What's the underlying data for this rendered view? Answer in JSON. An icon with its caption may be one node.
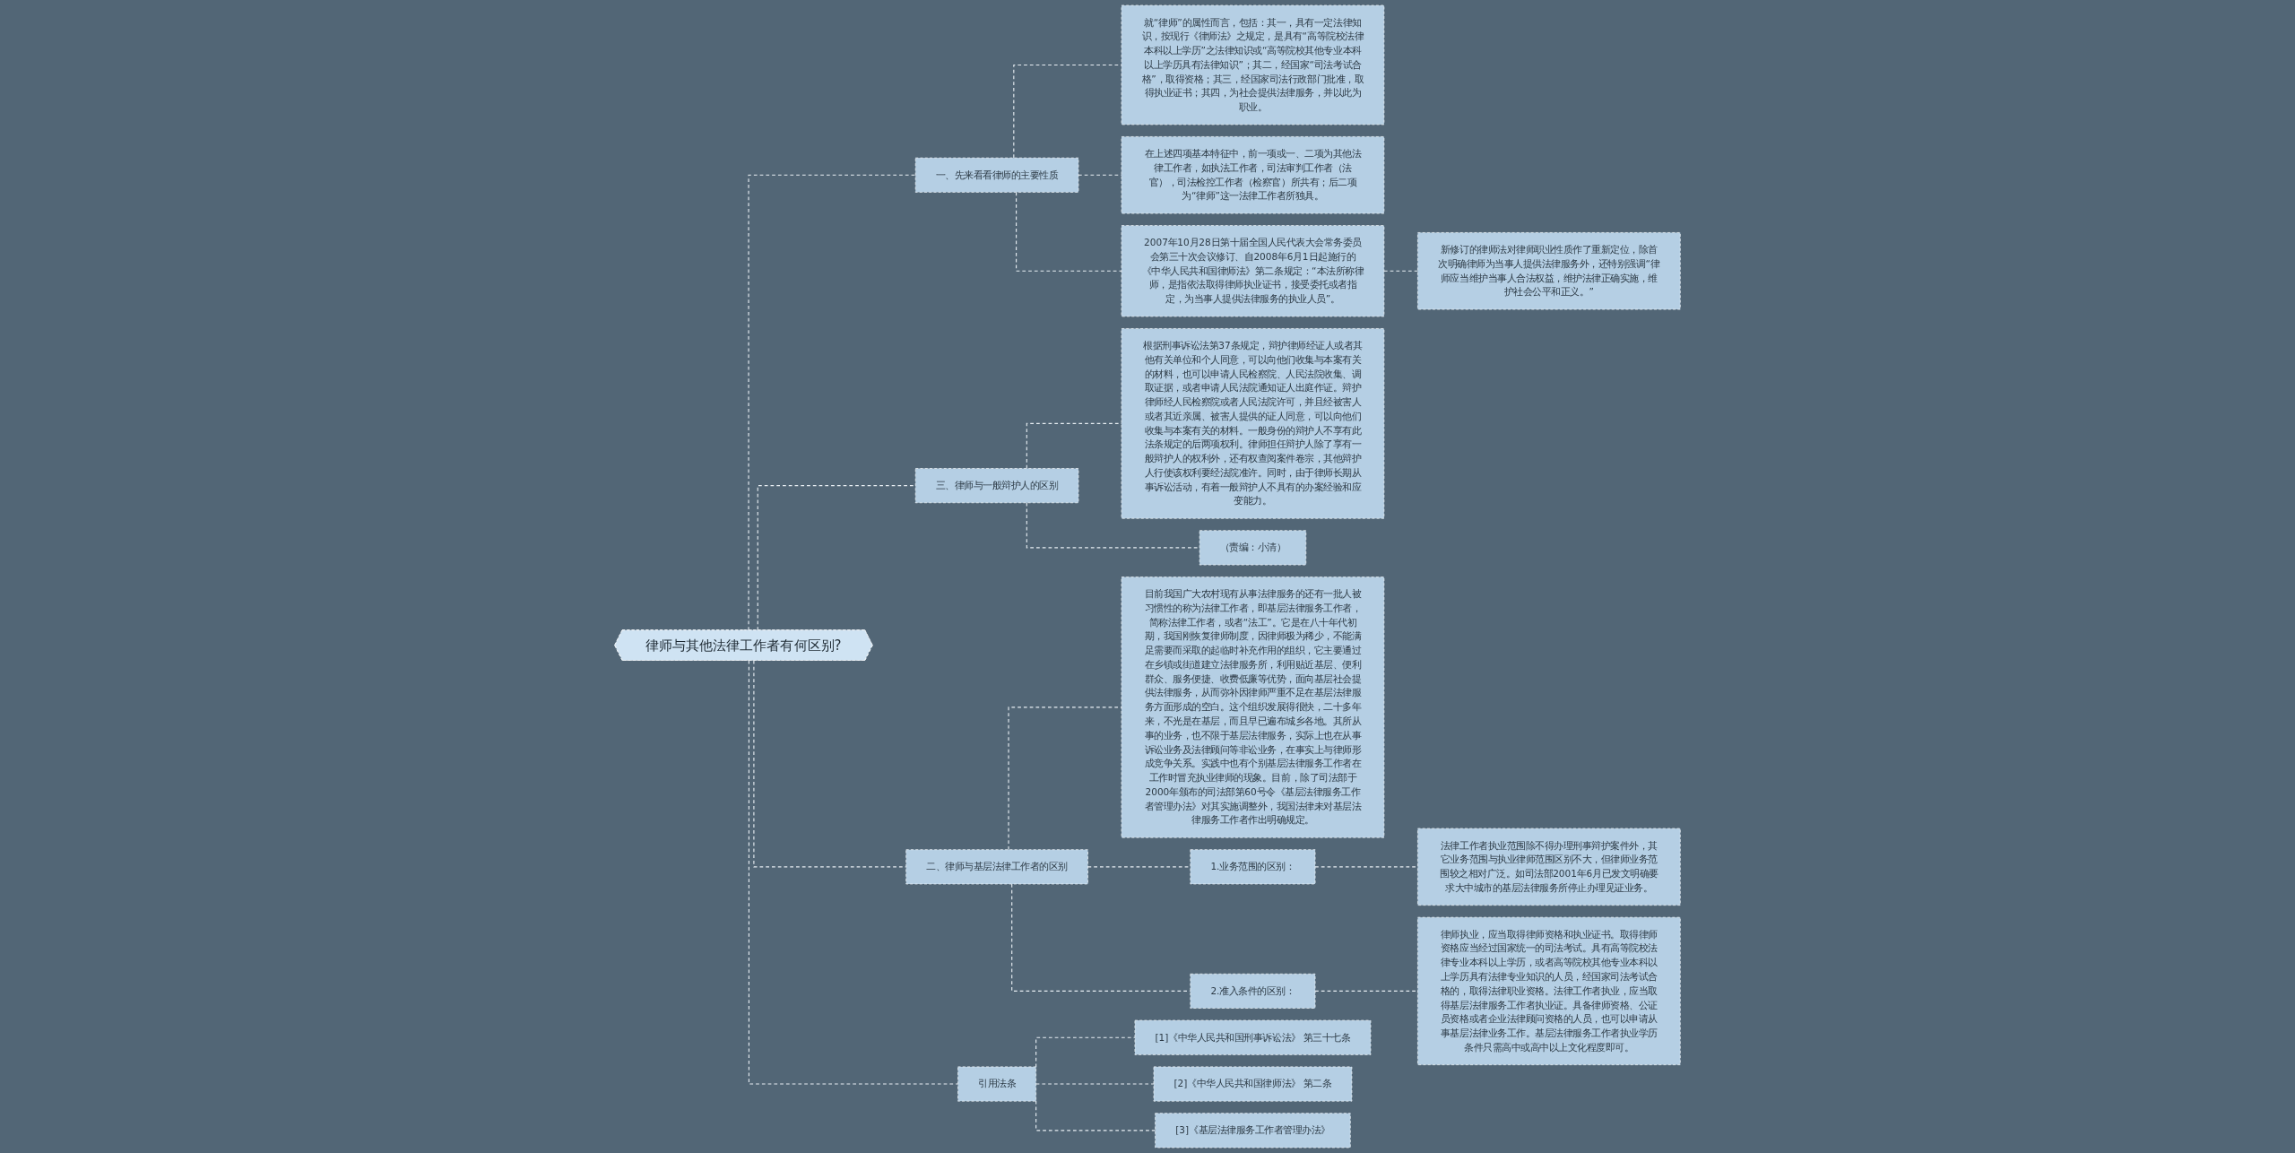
{
  "diagram": {
    "nodes": [
      {
        "text": [
          "律师与其他法律工作者有何区别?"
        ]
      },
      {
        "text": [
          "一、先来看看律师的主要性质"
        ]
      },
      {
        "text": [
          "就“律师”的属性而言，包括：其一，具有一定法律知识，按现行《律师法》之规定，是具有“高等院校法律本科以上学历”之法律知识或“高等院校其他专业本科以上学历具有法律知识”；其二，经国家“司法考试合格”，取得资格；其三，经国家司法行政部门批准，取得执业证书；其四，为社会提供法律服务，并以此为职业。"
        ]
      },
      {
        "text": [
          "在上述四项基本特征中，前一项或一、二项为其他法律工作者，如执法工作者，司法审判工作者（法官），司法检控工作者（检察官）所共有；后二项为“律师”这一法律工作者所独具。"
        ]
      },
      {
        "text": [
          "2007年10月28日第十届全国人民代表大会常务委员会第三十次会议修订、自2008年6月1日起施行的《中华人民共和国律师法》第二条规定：“本法所称律师，是指依法取得律师执业证书，接受委托或者指定，为当事人提供法律服务的执业人员”。"
        ]
      },
      {
        "text": [
          "新修订的律师法对律师职业性质作了重新定位，除首次明确律师为当事人提供法律服务外，还特别强调“律师应当维护当事人合法权益，维护法律正确实施，维护社会公平和正义。”"
        ]
      },
      {
        "text": [
          "三、律师与一般辩护人的区别"
        ]
      },
      {
        "text": [
          "根据刑事诉讼法第37条规定，辩护律师经证人或者其他有关单位和个人同意，可以向他们收集与本案有关的材料，也可以申请人民检察院、人民法院收集、调取证据，或者申请人民法院通知证人出庭作证。辩护律师经人民检察院或者人民法院许可，并且经被害人或者其近亲属、被害人提供的证人同意，可以向他们收集与本案有关的材料。一般身份的辩护人不享有此法条规定的后两项权利。律师担任辩护人除了享有一般辩护人的权利外，还有权查阅案件卷宗，其他辩护人行使该权利要经法院准许。同时，由于律师长期从事诉讼活动，有着一般辩护人不具有的办案经验和应变能力。"
        ]
      },
      {
        "text": [
          "（责编：小清）"
        ]
      },
      {
        "text": [
          "二、律师与基层法律工作者的区别"
        ]
      },
      {
        "text": [
          "目前我国广大农村现有从事法律服务的还有一批人被习惯性的称为法律工作者，即基层法律服务工作者，简称法律工作者，或者“法工”。它是在八十年代初期，我国刚恢复律师制度，因律师极为稀少，不能满足需要而采取的起临时补充作用的组织，它主要通过在乡镇或街道建立法律服务所，利用贴近基层、便利群众、服务便捷、收费低廉等优势，面向基层社会提供法律服务，从而弥补因律师严重不足在基层法律服务方面形成的空白。这个组织发展得很快，二十多年来，不光是在基层，而且早已遍布城乡各地。其所从事的业务，也不限于基层法律服务，实际上也在从事诉讼业务及法律顾问等非讼业务，在事实上与律师形成竞争关系。实践中也有个别基层法律服务工作者在工作时冒充执业律师的现象。目前，除了司法部于2000年颁布的司法部第60号令《基层法律服务工作者管理办法》对其实施调整外，我国法律未对基层法律服务工作者作出明确规定。"
        ]
      },
      {
        "text": [
          "1.业务范围的区别："
        ]
      },
      {
        "text": [
          "法律工作者执业范围除不得办理刑事辩护案件外，其它业务范围与执业律师范围区别不大，但律师业务范围较之相对广泛。如司法部2001年6月已发文明确要求大中城市的基层法律服务所停止办理见证业务。"
        ]
      },
      {
        "text": [
          "2.准入条件的区别："
        ]
      },
      {
        "text": [
          "律师执业，应当取得律师资格和执业证书。取得律师资格应当经过国家统一的司法考试。具有高等院校法律专业本科以上学历，或者高等院校其他专业本科以上学历具有法律专业知识的人员，经国家司法考试合格的，取得法律职业资格。法律工作者执业，应当取得基层法律服务工作者执业证。具备律师资格、公证员资格或者企业法律顾问资格的人员，也可以申请从事基层法律业务工作。基层法律服务工作者执业学历条件只需高中或高中以上文化程度即可。"
        ]
      },
      {
        "text": [
          "引用法条"
        ]
      },
      {
        "text": [
          "[1]《中华人民共和国刑事诉讼法》 第三十七条"
        ]
      },
      {
        "text": [
          "[2]《中华人民共和国律师法》 第二条"
        ]
      },
      {
        "text": [
          "[3]《基层法律服务工作者管理办法》"
        ]
      }
    ],
    "edges": [
      {
        "from": 0,
        "to": 1,
        "arrow": "none",
        "style": "dashed"
      },
      {
        "from": 1,
        "to": 2,
        "arrow": "none",
        "style": "dashed"
      },
      {
        "from": 1,
        "to": 3,
        "arrow": "none",
        "style": "dashed"
      },
      {
        "from": 1,
        "to": 4,
        "arrow": "none",
        "style": "dashed"
      },
      {
        "from": 4,
        "to": 5,
        "arrow": "none",
        "style": "dashed"
      },
      {
        "from": 0,
        "to": 6,
        "arrow": "none",
        "style": "dashed"
      },
      {
        "from": 6,
        "to": 7,
        "arrow": "none",
        "style": "dashed"
      },
      {
        "from": 6,
        "to": 8,
        "arrow": "none",
        "style": "dashed"
      },
      {
        "from": 0,
        "to": 9,
        "arrow": "none",
        "style": "dashed"
      },
      {
        "from": 9,
        "to": 10,
        "arrow": "none",
        "style": "dashed"
      },
      {
        "from": 9,
        "to": 11,
        "arrow": "none",
        "style": "dashed"
      },
      {
        "from": 11,
        "to": 12,
        "arrow": "none",
        "style": "dashed"
      },
      {
        "from": 9,
        "to": 13,
        "arrow": "none",
        "style": "dashed"
      },
      {
        "from": 13,
        "to": 14,
        "arrow": "none",
        "style": "dashed"
      },
      {
        "from": 0,
        "to": 15,
        "arrow": "none",
        "style": "dashed"
      },
      {
        "from": 15,
        "to": 16,
        "arrow": "none",
        "style": "dashed"
      },
      {
        "from": 15,
        "to": 17,
        "arrow": "none",
        "style": "dashed"
      },
      {
        "from": 15,
        "to": 18,
        "arrow": "none",
        "style": "dashed"
      }
    ]
  }
}
